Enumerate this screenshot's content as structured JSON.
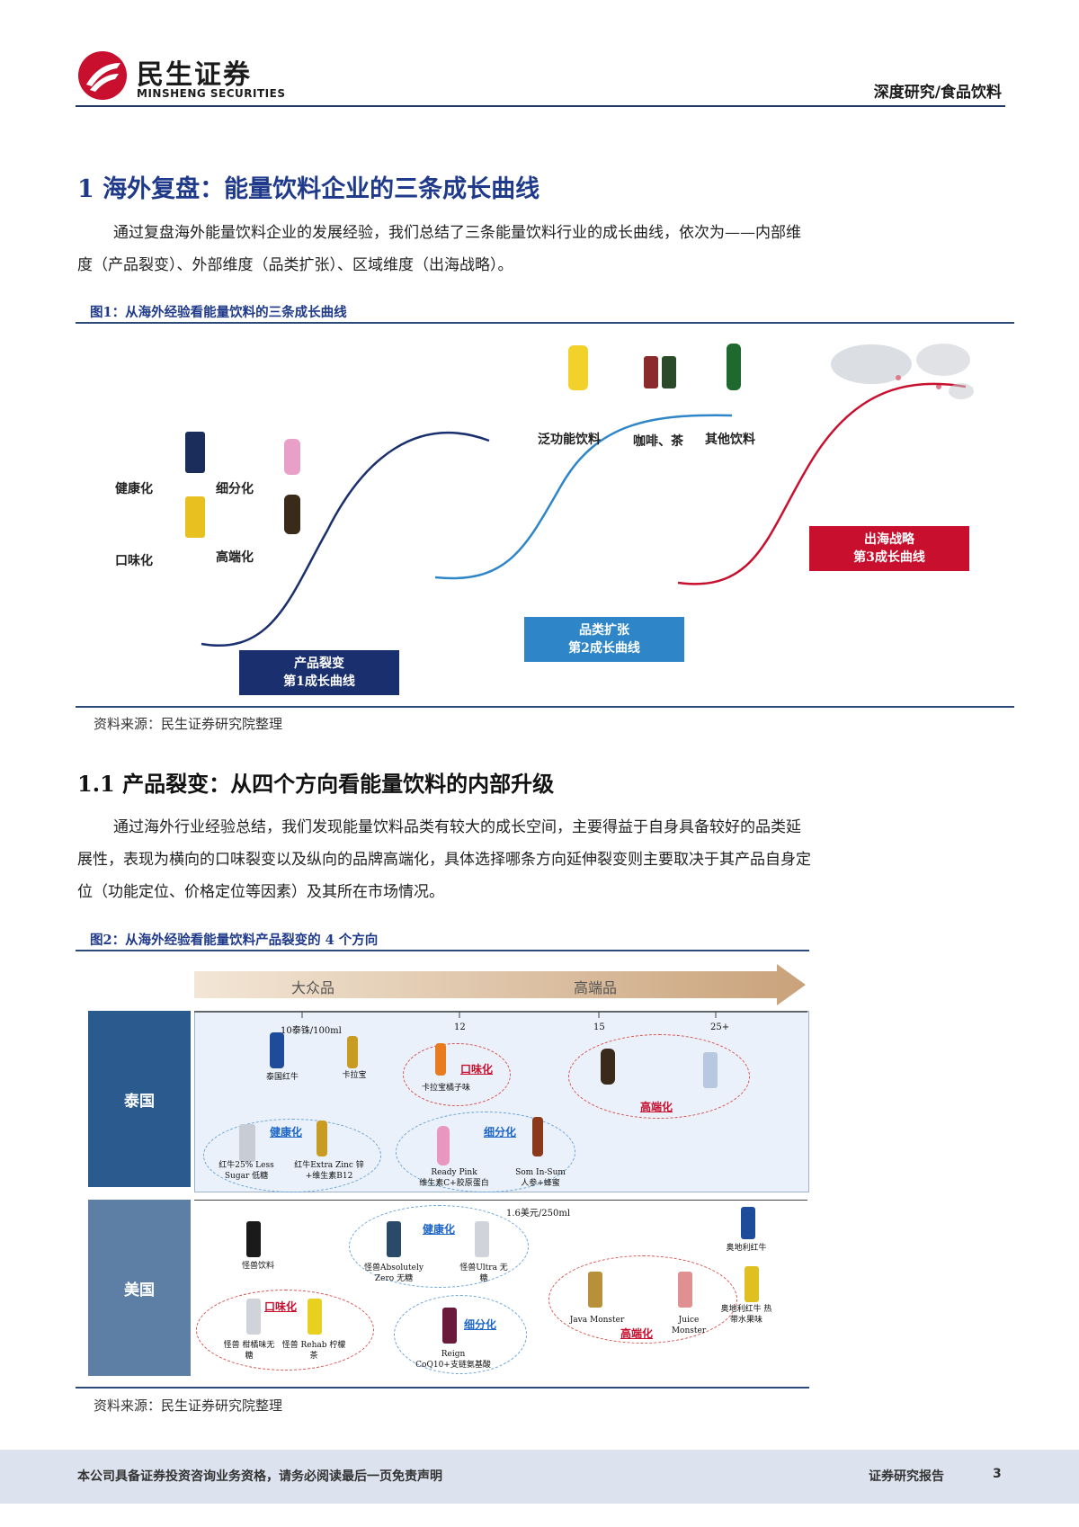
{
  "header": {
    "logo_cn": "民生证券",
    "logo_en": "MINSHENG SECURITIES",
    "category": "深度研究/食品饮料",
    "colors": {
      "brand_red": "#c8102e",
      "navy": "#1f3864"
    }
  },
  "section1": {
    "title": "1  海外复盘：能量饮料企业的三条成长曲线",
    "paragraph": "通过复盘海外能量饮料企业的发展经验，我们总结了三条能量饮料行业的成长曲线，依次为——内部维度（产品裂变）、外部维度（品类扩张）、区域维度（出海战略）。"
  },
  "figure1": {
    "title": "图1：从海外经验看能量饮料的三条成长曲线",
    "left_labels": [
      "健康化",
      "细分化",
      "口味化",
      "高端化"
    ],
    "mid_labels": [
      "泛功能饮料",
      "咖啡、茶",
      "其他饮料"
    ],
    "box1": {
      "line1": "产品裂变",
      "line2": "第1成长曲线",
      "color": "#1a2f6e"
    },
    "box2": {
      "line1": "品类扩张",
      "line2": "第2成长曲线",
      "color": "#2e86c8"
    },
    "box3": {
      "line1": "出海战略",
      "line2": "第3成长曲线",
      "color": "#c8102e"
    },
    "source": "资料来源：民生证券研究院整理"
  },
  "section11": {
    "title": "1.1  产品裂变：从四个方向看能量饮料的内部升级",
    "paragraph": "通过海外行业经验总结，我们发现能量饮料品类有较大的成长空间，主要得益于自身具备较好的品类延展性，表现为横向的口味裂变以及纵向的品牌高端化，具体选择哪条方向延伸裂变则主要取决于其产品自身定位（功能定位、价格定位等因素）及其所在市场情况。"
  },
  "figure2": {
    "title": "图2：从海外经验看能量饮料产品裂变的 4 个方向",
    "arrow_left": "大众品",
    "arrow_right": "高端品",
    "ticks": [
      "10泰铢/100ml",
      "12",
      "15",
      "25+"
    ],
    "us_tick": "1.6美元/250ml",
    "row_thailand": "泰国",
    "row_us": "美国",
    "th": {
      "p1": "泰国红牛",
      "p2": "卡拉宝",
      "flavor_tag": "口味化",
      "p3": "卡拉宝橘子味",
      "premium_tag": "高端化",
      "health_tag": "健康化",
      "p4": "红牛25% Less Sugar 低糖",
      "p5": "红牛Extra Zinc 锌+维生素B12",
      "segment_tag": "细分化",
      "p6a": "Ready Pink",
      "p6b": "维生素C+胶原蛋白",
      "p7a": "Som In-Sum",
      "p7b": "人参+蜂蜜"
    },
    "us": {
      "p1": "怪兽饮料",
      "health_tag": "健康化",
      "p2": "怪兽Absolutely Zero 无糖",
      "p3": "怪兽Ultra 无糖",
      "p4": "奥地利红牛",
      "flavor_tag": "口味化",
      "p5": "怪兽 柑橘味无糖",
      "p6": "怪兽 Rehab 柠檬茶",
      "segment_tag": "细分化",
      "p7a": "Reign",
      "p7b": "CoQ10+支链氨基酸",
      "p8": "Java Monster",
      "p9": "Juice Monster",
      "p10": "奥地利红牛 热带水果味",
      "premium_tag": "高端化"
    },
    "source": "资料来源：民生证券研究院整理"
  },
  "footer": {
    "disclaimer": "本公司具备证券投资咨询业务资格，请务必阅读最后一页免责声明",
    "report_type": "证券研究报告",
    "page": "3"
  }
}
